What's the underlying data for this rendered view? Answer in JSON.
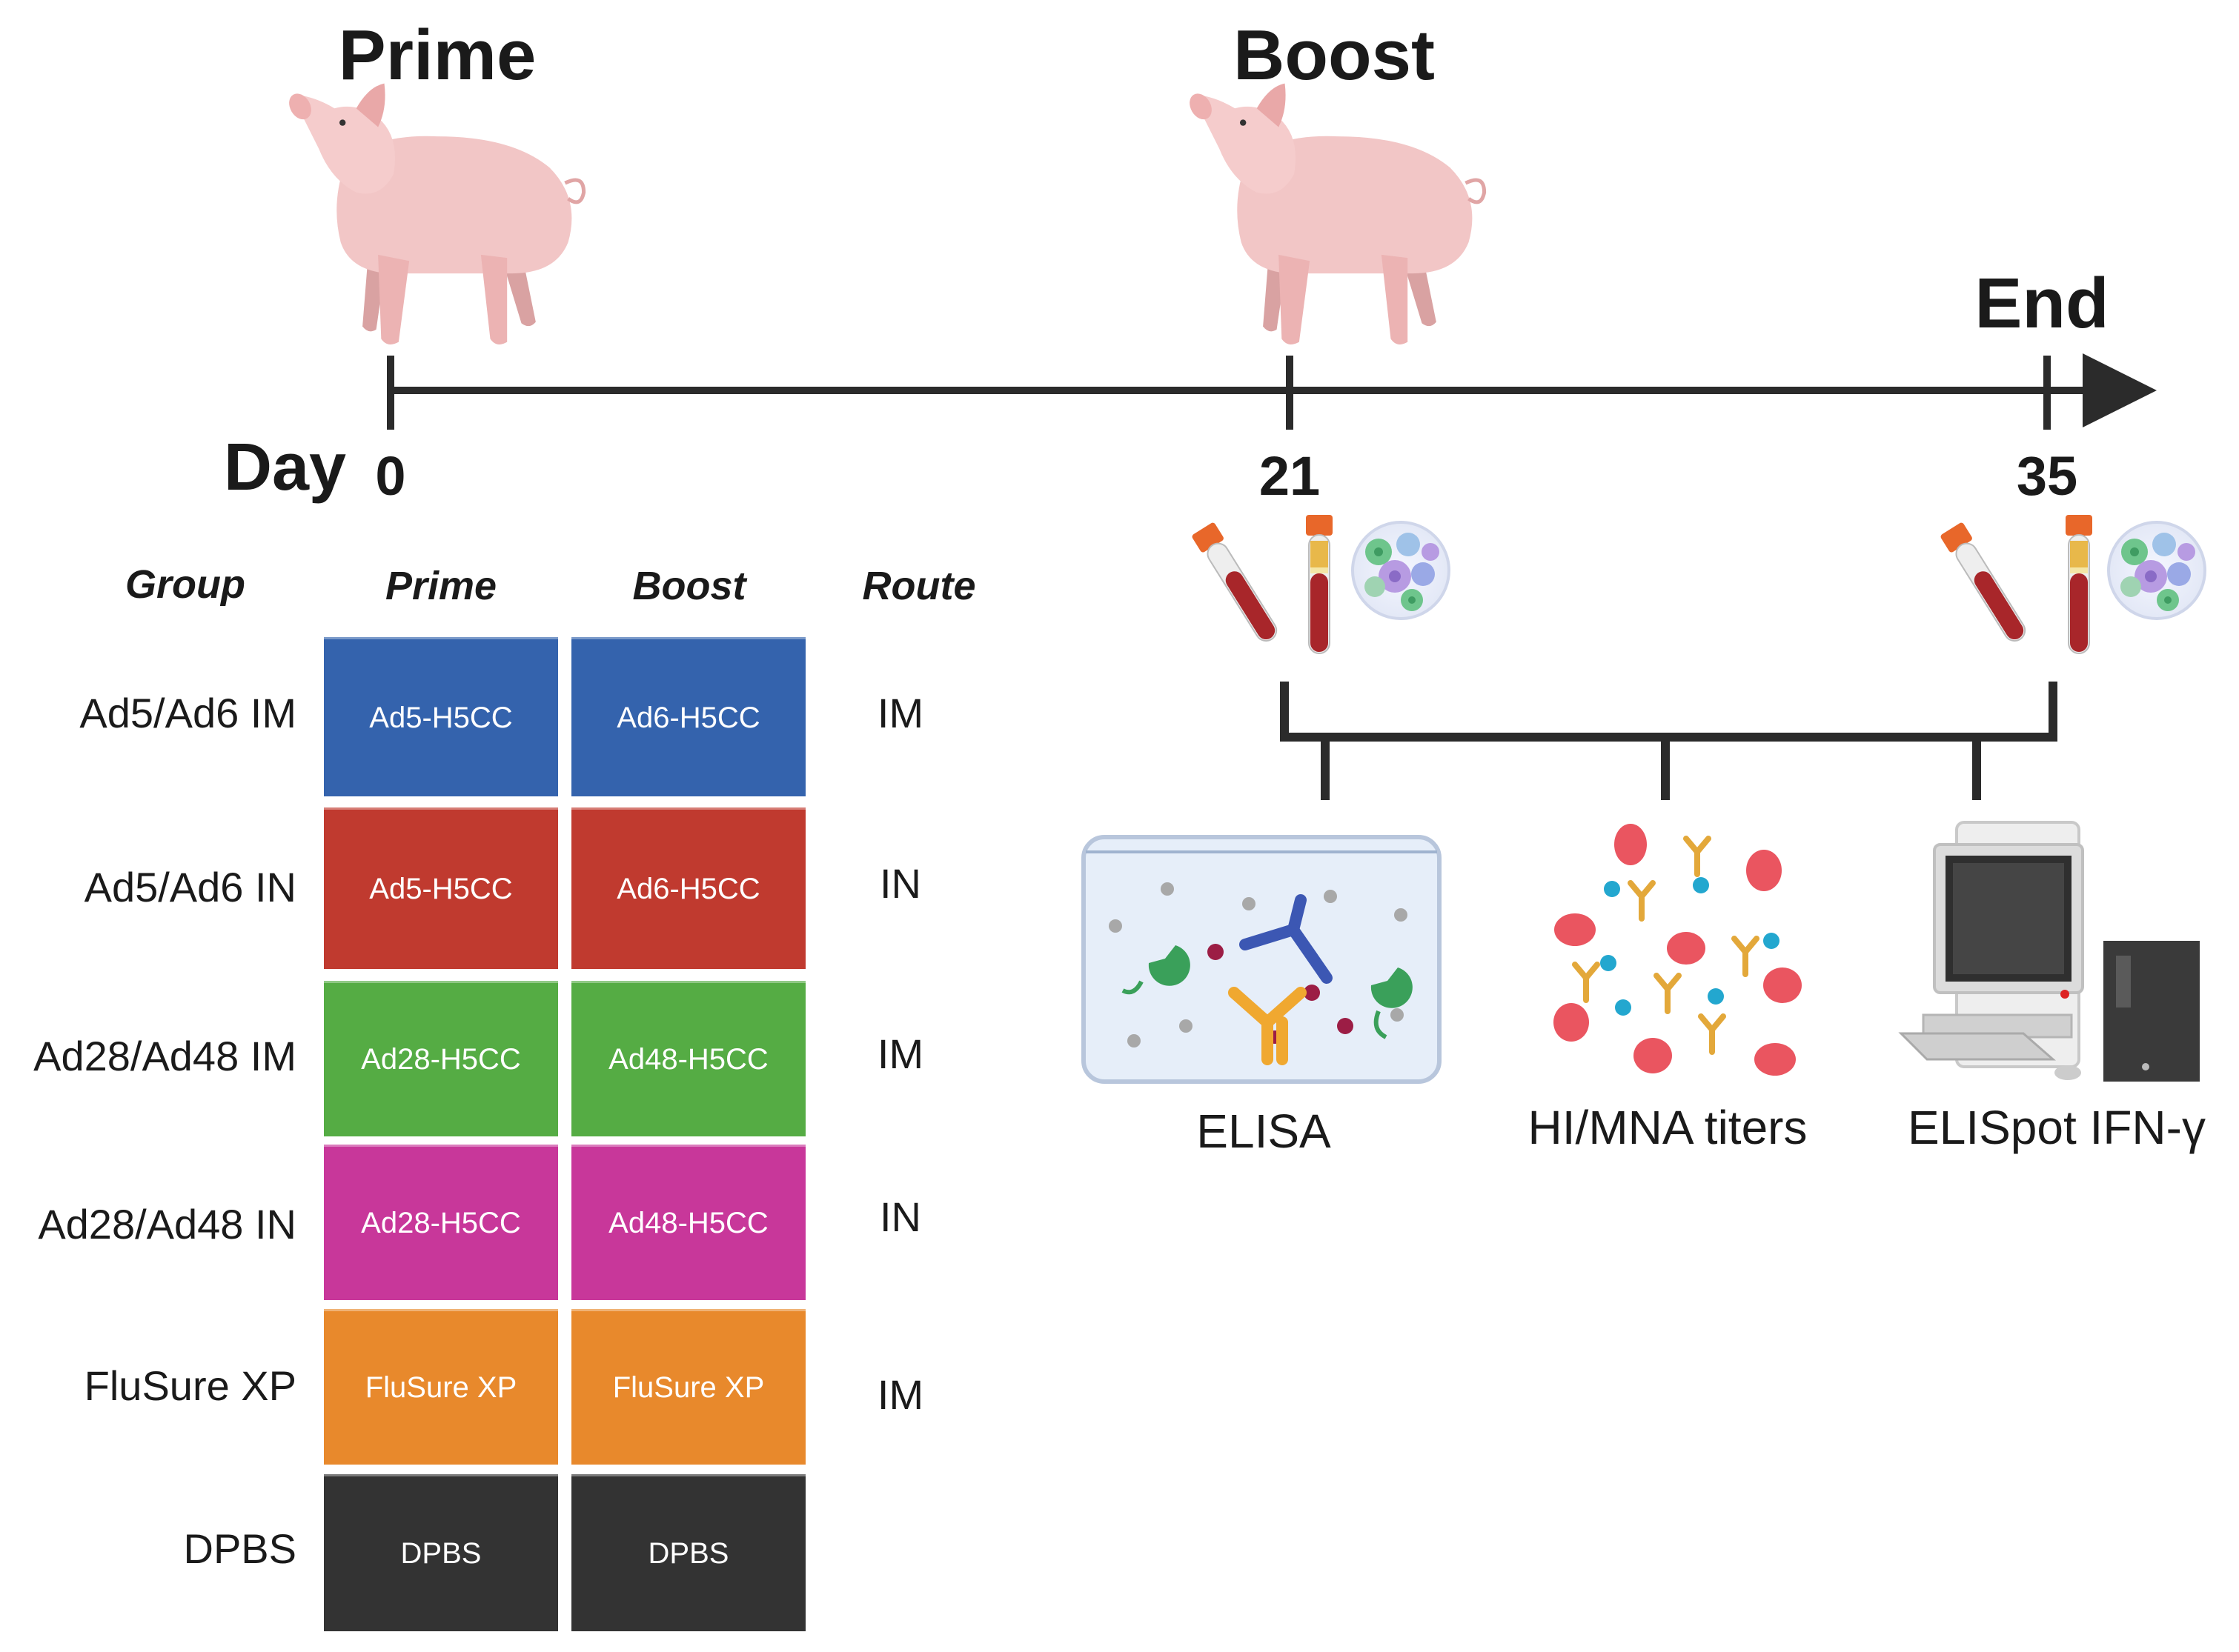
{
  "timeline": {
    "phases": {
      "prime": "Prime",
      "boost": "Boost",
      "end": "End"
    },
    "day_label": "Day",
    "days": [
      "0",
      "21",
      "35"
    ]
  },
  "table": {
    "headers": {
      "group": "Group",
      "prime": "Prime",
      "boost": "Boost",
      "route": "Route"
    },
    "rows": [
      {
        "group": "Ad5/Ad6 IM",
        "prime": "Ad5-H5CC",
        "boost": "Ad6-H5CC",
        "route": "IM",
        "color": "#3463ad"
      },
      {
        "group": "Ad5/Ad6 IN",
        "prime": "Ad5-H5CC",
        "boost": "Ad6-H5CC",
        "route": "IN",
        "color": "#c03a2f"
      },
      {
        "group": "Ad28/Ad48 IM",
        "prime": "Ad28-H5CC",
        "boost": "Ad48-H5CC",
        "route": "IM",
        "color": "#55ac44"
      },
      {
        "group": "Ad28/Ad48 IN",
        "prime": "Ad28-H5CC",
        "boost": "Ad48-H5CC",
        "route": "IN",
        "color": "#c8379a"
      },
      {
        "group": "FluSure XP",
        "prime": "FluSure XP",
        "boost": "FluSure XP",
        "route": "IM",
        "color": "#e8892c"
      },
      {
        "group": "DPBS",
        "prime": "DPBS",
        "boost": "DPBS",
        "route": "",
        "color": "#333333"
      }
    ]
  },
  "assays": [
    "ELISA",
    "HI/MNA titers",
    "ELISpot IFN-γ"
  ],
  "icons": [
    "pig-icon",
    "blood-tube-icon",
    "cells-icon",
    "elisa-plate-icon",
    "hi-assay-icon",
    "elispot-reader-icon"
  ]
}
